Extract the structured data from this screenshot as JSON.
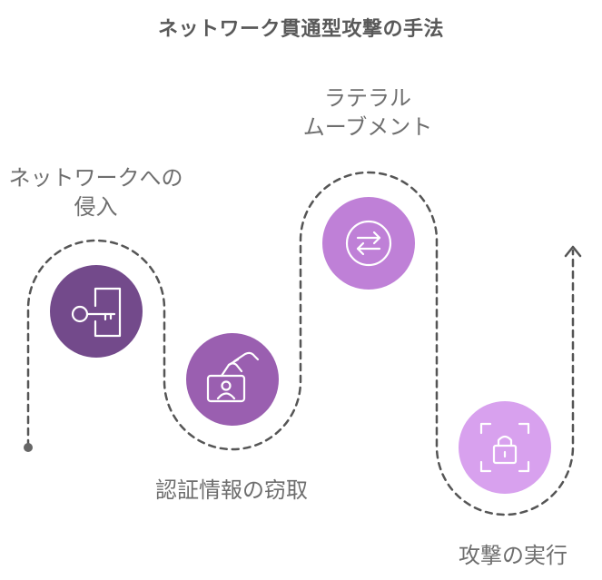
{
  "title": "ネットワーク貫通型攻撃の手法",
  "steps": [
    {
      "lines": [
        "ネットワークへの",
        "侵入"
      ],
      "icon": "key-door-icon",
      "color": "#734a8b"
    },
    {
      "lines": [
        "認証情報の窃取"
      ],
      "icon": "id-card-hand-icon",
      "color": "#9a5fb0"
    },
    {
      "lines": [
        "ラテラル",
        "ムーブメント"
      ],
      "icon": "exchange-arrows-icon",
      "color": "#bf80d7"
    },
    {
      "lines": [
        "攻撃の実行"
      ],
      "icon": "lock-scan-icon",
      "color": "#d8a1ee"
    }
  ],
  "colors": {
    "path": "#555555",
    "text": "#6e6e6e",
    "title": "#595959"
  }
}
